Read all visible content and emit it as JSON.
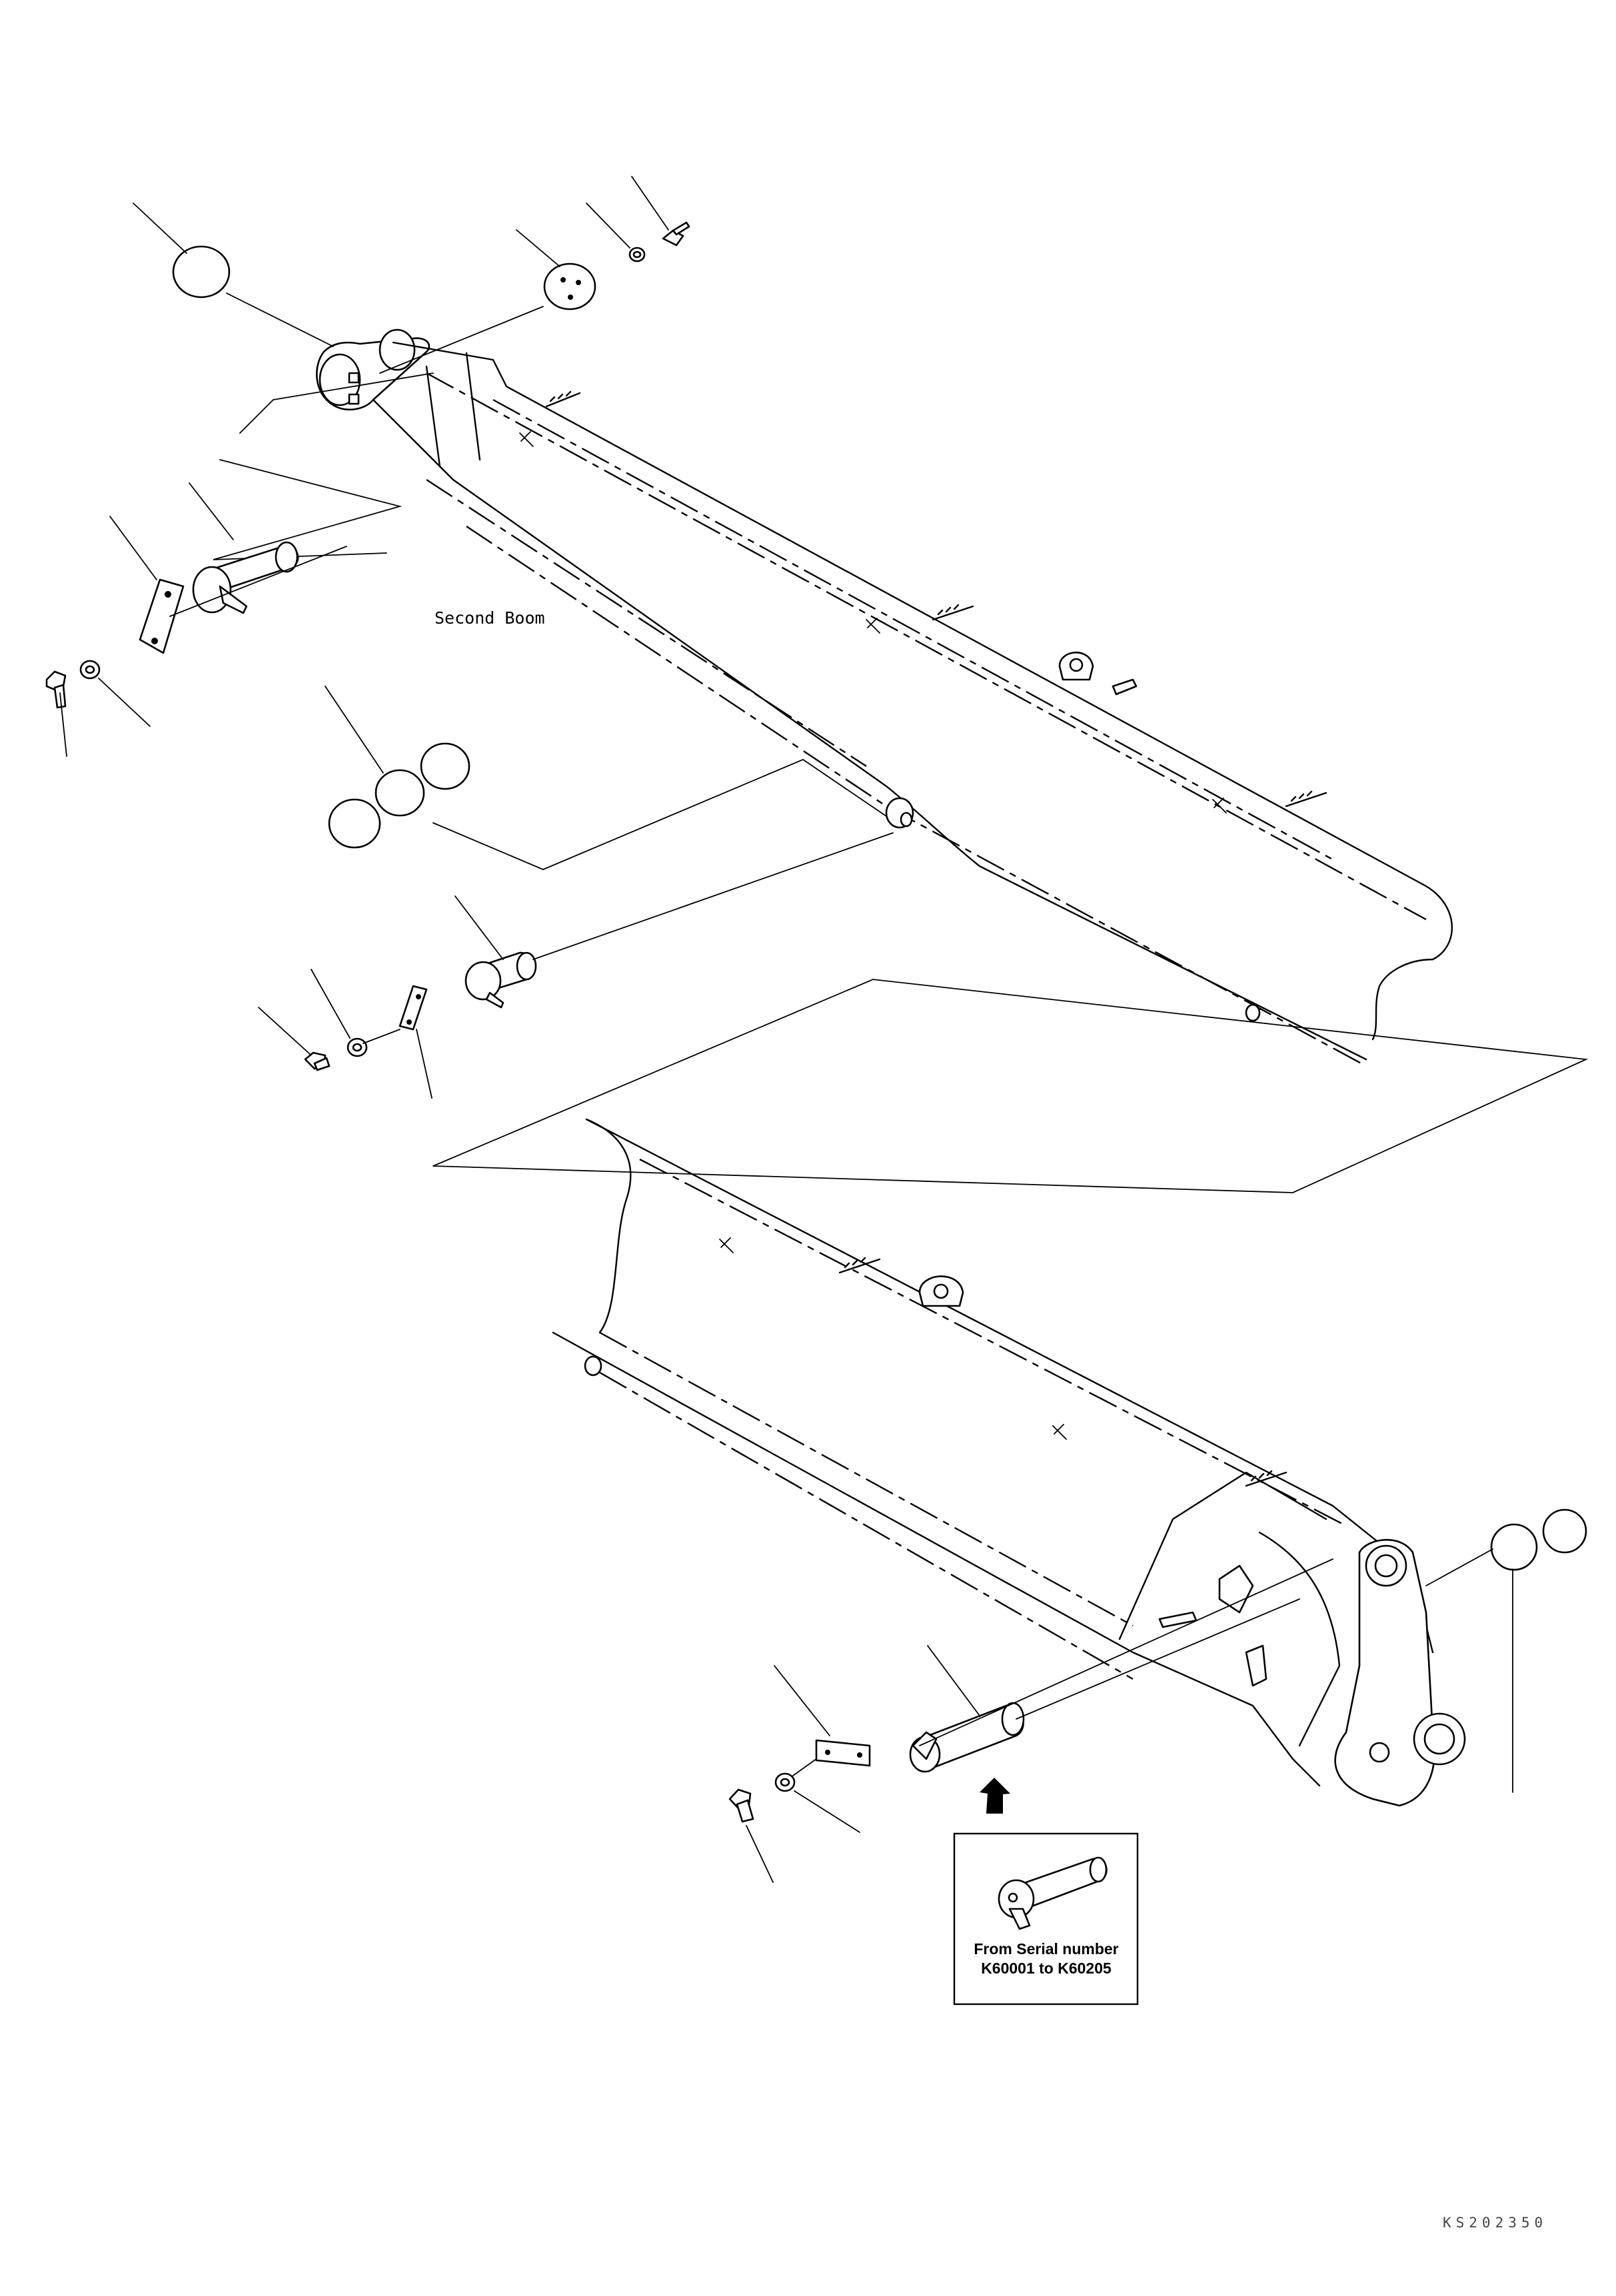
{
  "labels": {
    "second_boom": "Second Boom",
    "serial_note_line1": "From Serial number",
    "serial_note_line2": "K60001 to K60205",
    "catalog_number": "KS202350"
  }
}
